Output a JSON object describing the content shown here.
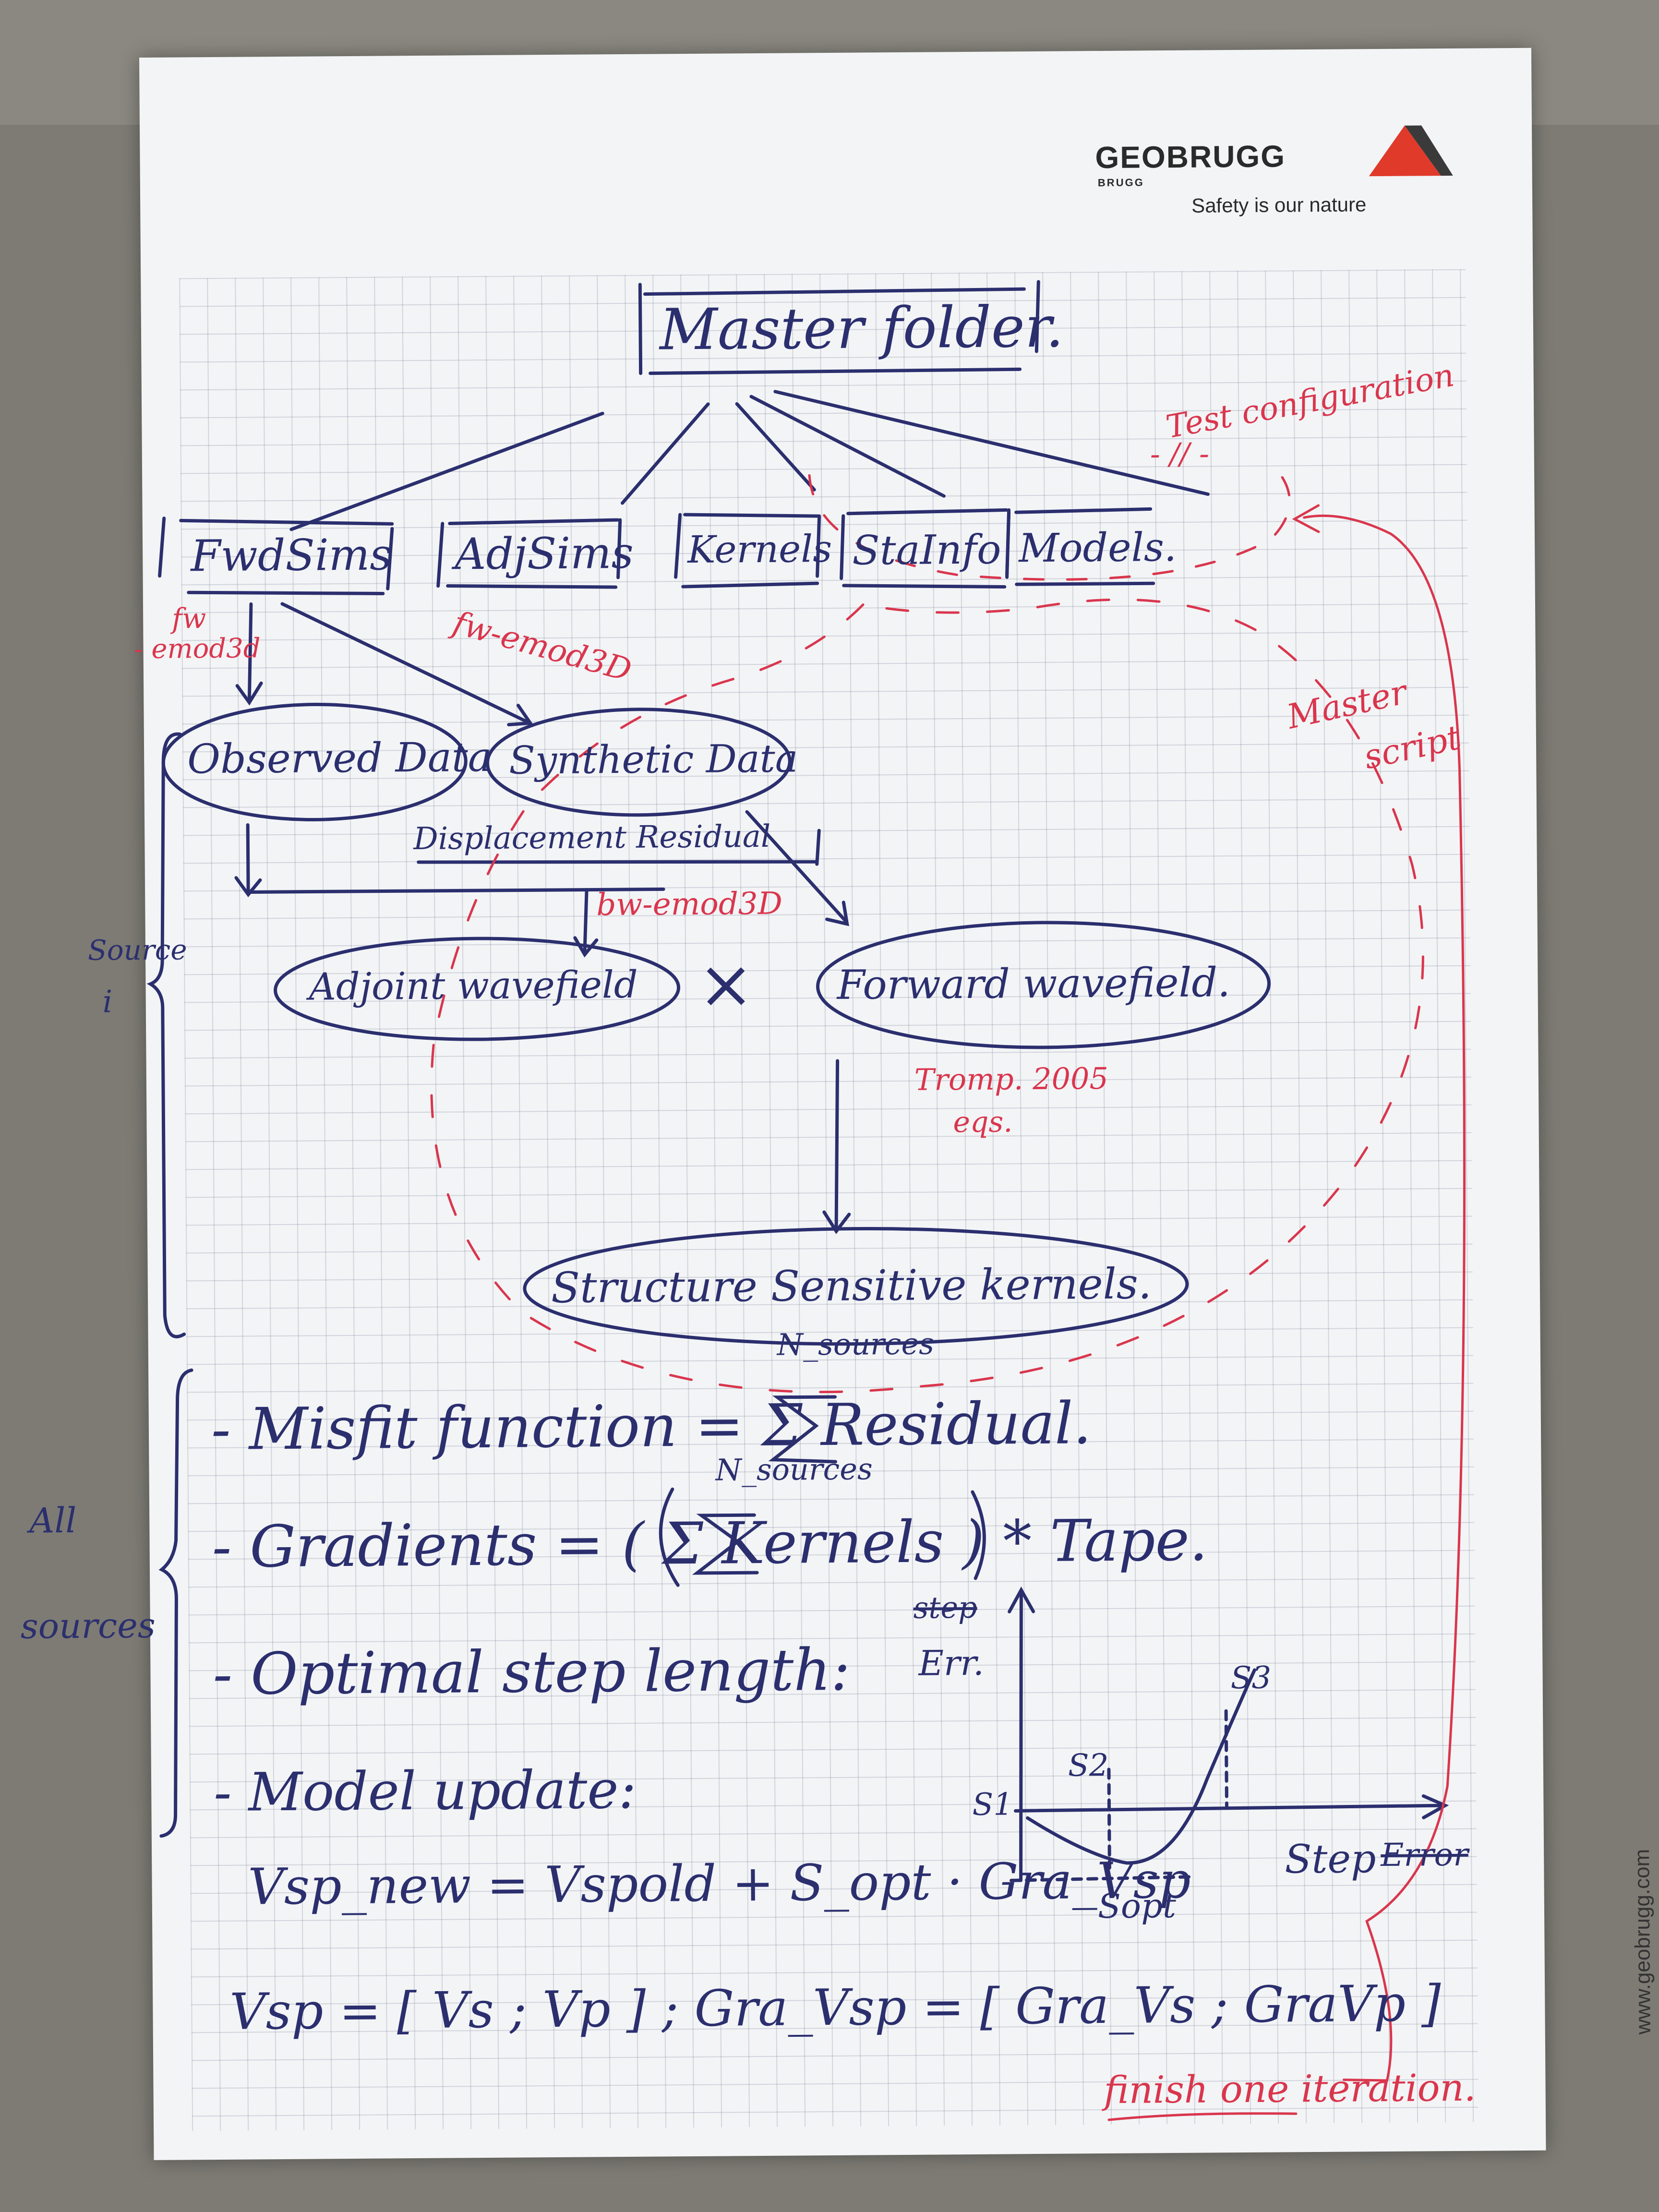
{
  "logo": {
    "brand": "GEOBRUGG",
    "sub": "BRUGG",
    "tagline": "Safety is our nature",
    "url": "www.geobrugg.com"
  },
  "nodes": {
    "master": "Master folder.",
    "fwd": "FwdSims",
    "adj": "AdjSims",
    "kernels": "Kernels",
    "stainfo": "StaInfo",
    "models": "Models.",
    "observed": "Observed Data",
    "synthetic": "Synthetic Data",
    "residual": "Displacement Residual",
    "adjoint": "Adjoint wavefield",
    "forward": "Forward wavefield.",
    "structure": "Structure Sensitive kernels."
  },
  "annotations": {
    "fw_left_1": "fw",
    "fw_left_2": "- emod3d",
    "fw_emod": "fw-emod3D",
    "bw_emod": "bw-emod3D",
    "source_1": "Source",
    "source_2": "i",
    "times": "×",
    "tromp_1": "Tromp. 2005",
    "tromp_2": "eqs.",
    "test_config": "Test configuration",
    "test_config_dash": "- // -",
    "master_script_1": "Master",
    "master_script_2": "script",
    "finish": "finish one iteration."
  },
  "equations": {
    "all_sources_1": "All",
    "all_sources_2": "sources",
    "misfit_sup": "N_sources",
    "misfit": "- Misfit function = Σ Residual.",
    "gradients_sup": "N_sources",
    "gradients": "- Gradients = ( Σ  Kernels ) * Tape.",
    "optimal": "- Optimal step length:",
    "model_update": "- Model update:",
    "vsp_new": "Vsp_new = Vspold + S_opt · Gra_Vsp",
    "vsp_def": "Vsp = [ Vs ; Vp ]  ;  Gra_Vsp = [ Gra_Vs ; GraVp ]"
  },
  "plot": {
    "ylabel_struck": "step",
    "ylabel": "Err.",
    "xlabel": "Step",
    "xlabel_struck": "Error",
    "s1": "S1",
    "s2": "S2",
    "s3": "S3",
    "sopt": "Sopt"
  },
  "colors": {
    "ink_blue": "#2b2f6e",
    "ink_red": "#d9364d",
    "logo_red": "#e03a2b"
  }
}
